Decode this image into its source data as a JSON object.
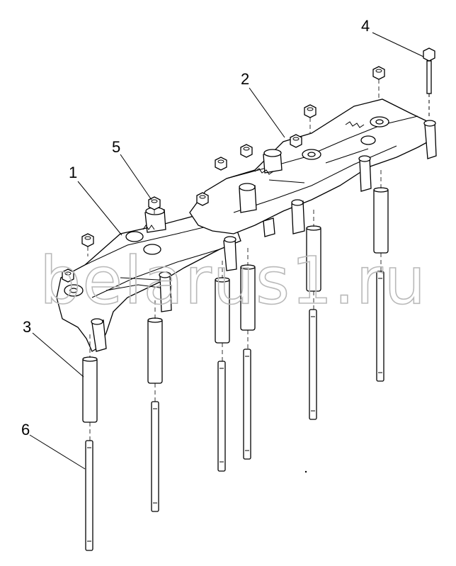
{
  "callouts": [
    {
      "label": "1"
    },
    {
      "label": "2"
    },
    {
      "label": "3"
    },
    {
      "label": "4"
    },
    {
      "label": "5"
    },
    {
      "label": "6"
    }
  ],
  "watermark": "belarus1.ru",
  "colors": {
    "line": "#000000",
    "watermark": "#b9b9b9",
    "background": "#ffffff"
  }
}
